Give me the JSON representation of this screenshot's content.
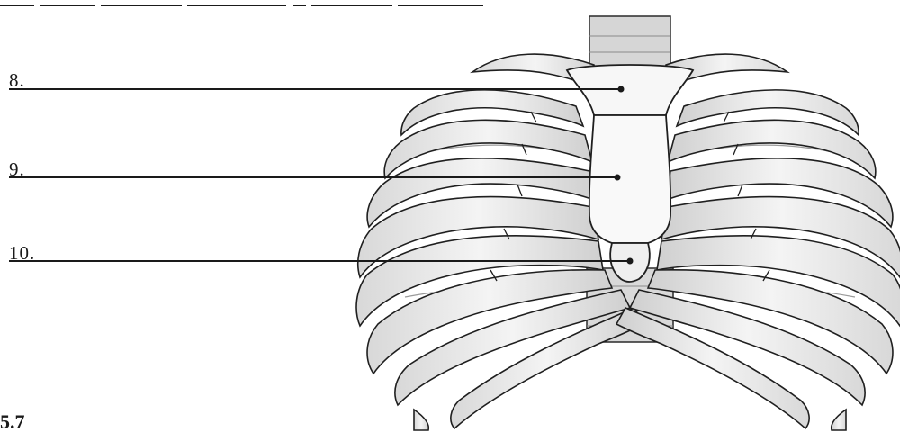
{
  "labels": [
    {
      "id": "8",
      "text": "8."
    },
    {
      "id": "9",
      "text": "9."
    },
    {
      "id": "10",
      "text": "10."
    }
  ],
  "caption": "5.7",
  "colors": {
    "ink": "#1a1a1a",
    "bone_shade": "#bdbdbd",
    "background": "#ffffff"
  }
}
